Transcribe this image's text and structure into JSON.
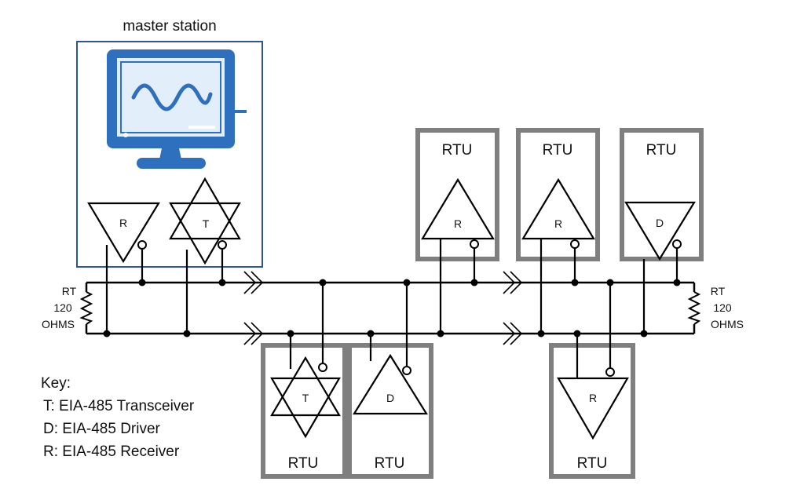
{
  "master": {
    "title": "master station"
  },
  "rtu_label": "RTU",
  "terminator": {
    "line1": "RT",
    "line2": "120",
    "line3": "OHMS"
  },
  "symbols": {
    "receiver": "R",
    "transceiver": "T",
    "driver": "D"
  },
  "key": {
    "title": "Key:",
    "entries": [
      "T: EIA-485 Transceiver",
      "D: EIA-485 Driver",
      "R: EIA-485 Receiver"
    ]
  },
  "colors": {
    "box_border": "#7f7f7f",
    "master_border": "#2f5597",
    "monitor": "#2e6fbe",
    "line": "#000000"
  },
  "icons": [
    "monitor-icon",
    "waveform-icon"
  ]
}
